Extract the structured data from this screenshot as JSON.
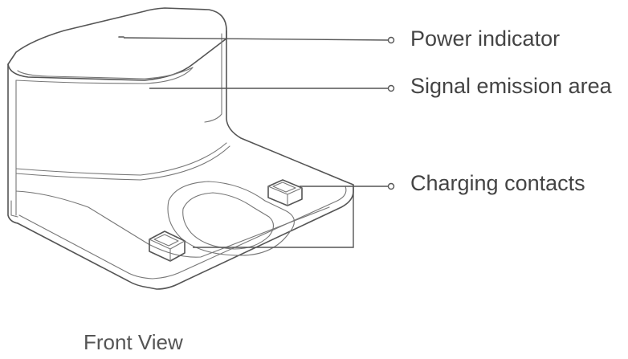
{
  "labels": {
    "power_indicator": "Power indicator",
    "signal_emission_area": "Signal emission area",
    "charging_contacts": "Charging contacts"
  },
  "caption": "Front View",
  "colors": {
    "line": "#555555",
    "text": "#444444",
    "background": "#ffffff"
  }
}
